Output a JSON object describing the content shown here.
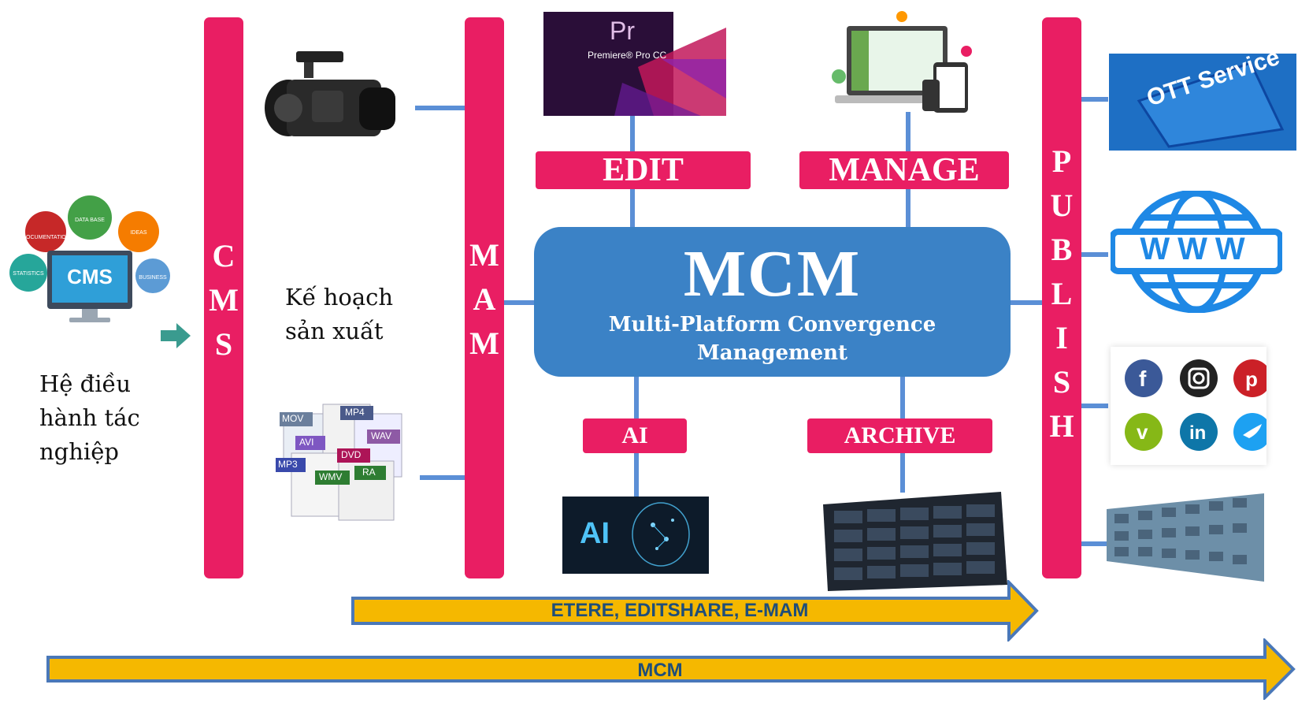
{
  "left": {
    "cms_screen_label": "CMS",
    "bubbles": [
      "DOCUMENTATION",
      "DATA BASE",
      "IDEAS",
      "STATISTICS",
      "BUSINESS"
    ],
    "caption": [
      "Hệ điều",
      "hành tác",
      "nghiệp"
    ]
  },
  "plan_caption": [
    "Kế hoạch",
    "sản xuất"
  ],
  "bars": {
    "cms": [
      "C",
      "M",
      "S"
    ],
    "mam": [
      "M",
      "A",
      "M"
    ],
    "publish": [
      "P",
      "U",
      "B",
      "L",
      "I",
      "S",
      "H"
    ]
  },
  "hub": {
    "title": "MCM",
    "subtitle": [
      "Multi-Platform Convergence",
      "Management"
    ]
  },
  "labels": {
    "edit": "EDIT",
    "manage": "MANAGE",
    "ai": "AI",
    "archive": "ARCHIVE"
  },
  "images": {
    "premiere_logo": "Pr",
    "premiere_name": "Premiere® Pro CC",
    "ai_logo": "AI",
    "ott_sign": "OTT Service",
    "www": "WWW",
    "formats": [
      "MOV",
      "MP4",
      "AVI",
      "WAV",
      "DVD",
      "MP3",
      "WMV",
      "RA"
    ]
  },
  "arrows": {
    "vendors": "ETERE, EDITSHARE, E-MAM",
    "mcm": "MCM"
  },
  "colors": {
    "pink": "#e91e63",
    "hub_blue": "#3b82c6",
    "connector": "#5b8fd6",
    "arrow_fill": "#f5b800",
    "arrow_stroke": "#4a78b8"
  }
}
